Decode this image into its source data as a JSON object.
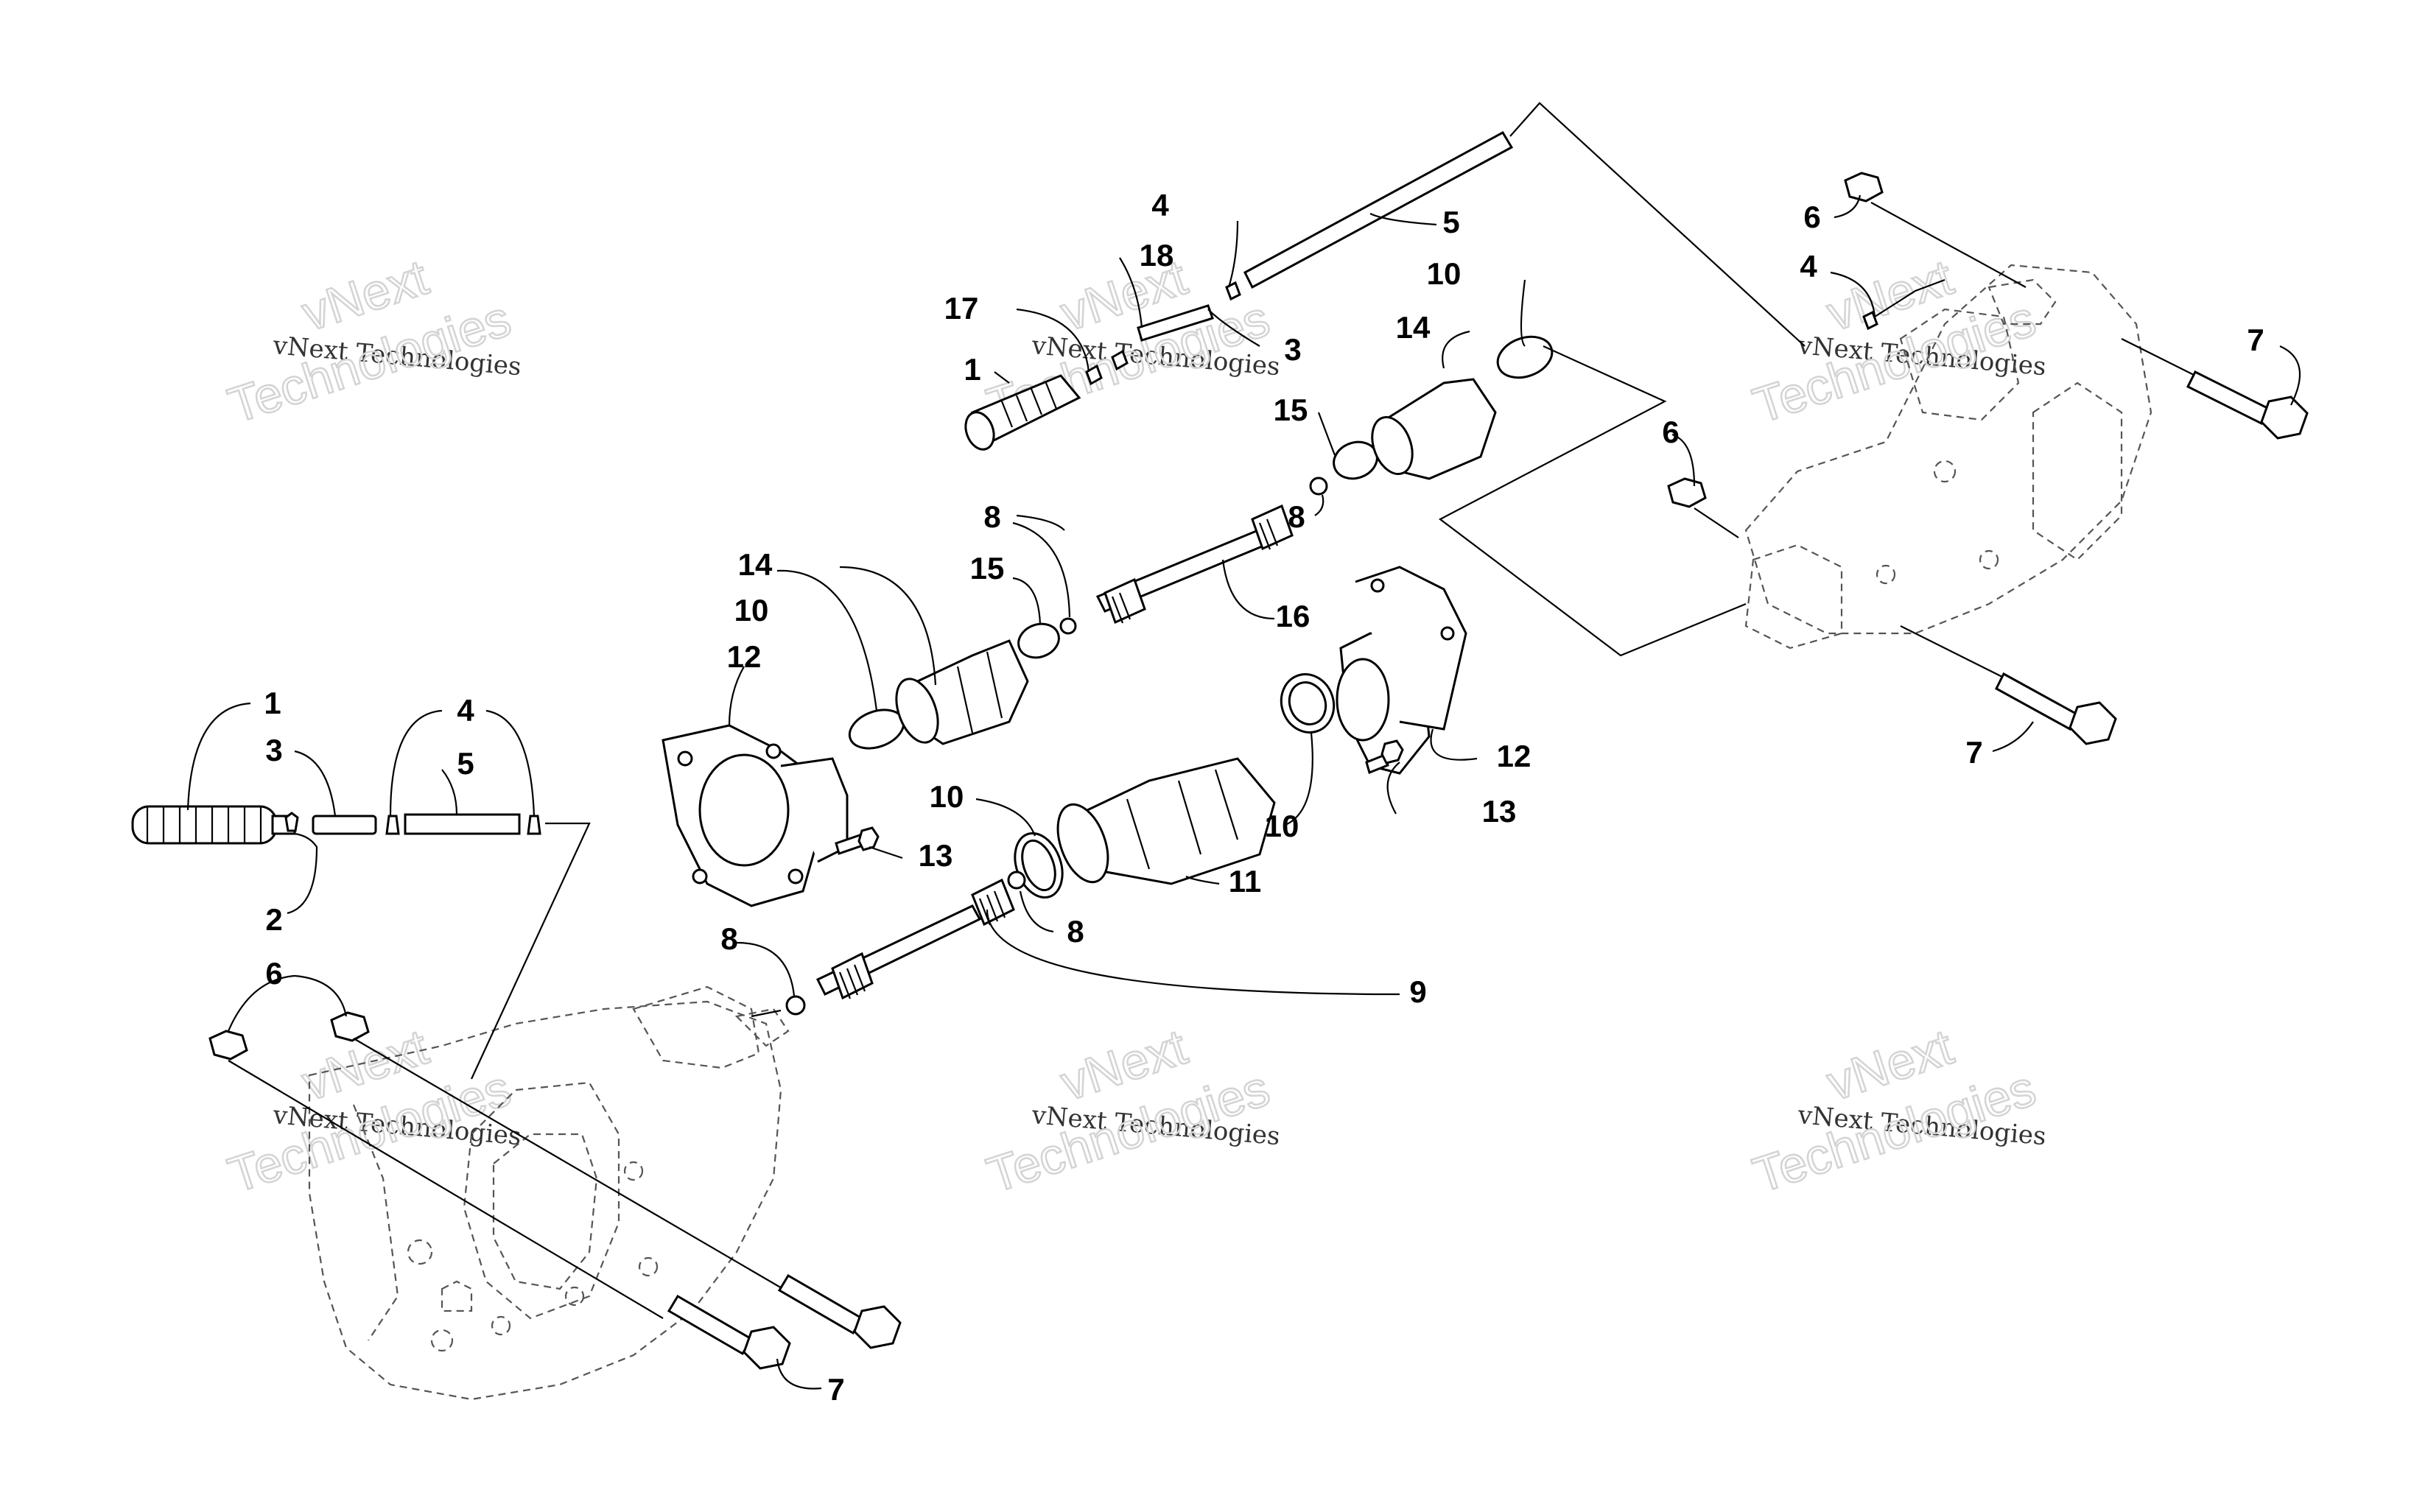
{
  "watermark": {
    "line1": "vNext Technologies",
    "line2": "vNext",
    "line3": "Technologies"
  },
  "callouts": [
    {
      "id": "c1a",
      "text": "1"
    },
    {
      "id": "c3a",
      "text": "3"
    },
    {
      "id": "c4a",
      "text": "4"
    },
    {
      "id": "c5a",
      "text": "5"
    },
    {
      "id": "c2a",
      "text": "2"
    },
    {
      "id": "c6a",
      "text": "6"
    },
    {
      "id": "c7a",
      "text": "7"
    },
    {
      "id": "c8a",
      "text": "8"
    },
    {
      "id": "c9",
      "text": "9"
    },
    {
      "id": "c10a",
      "text": "10"
    },
    {
      "id": "c8b",
      "text": "8"
    },
    {
      "id": "c13a",
      "text": "13"
    },
    {
      "id": "c12a",
      "text": "12"
    },
    {
      "id": "c14a",
      "text": "14"
    },
    {
      "id": "c10b",
      "text": "10"
    },
    {
      "id": "c15a",
      "text": "15"
    },
    {
      "id": "c8c",
      "text": "8"
    },
    {
      "id": "c16",
      "text": "16"
    },
    {
      "id": "c12b",
      "text": "12"
    },
    {
      "id": "c13b",
      "text": "13"
    },
    {
      "id": "c10c",
      "text": "10"
    },
    {
      "id": "c11",
      "text": "11"
    },
    {
      "id": "c4b",
      "text": "4"
    },
    {
      "id": "c18",
      "text": "18"
    },
    {
      "id": "c17",
      "text": "17"
    },
    {
      "id": "c1b",
      "text": "1"
    },
    {
      "id": "c3b",
      "text": "3"
    },
    {
      "id": "c5b",
      "text": "5"
    },
    {
      "id": "c10d",
      "text": "10"
    },
    {
      "id": "c14b",
      "text": "14"
    },
    {
      "id": "c15b",
      "text": "15"
    },
    {
      "id": "c8d",
      "text": "8"
    },
    {
      "id": "c6b",
      "text": "6"
    },
    {
      "id": "c4c",
      "text": "4"
    },
    {
      "id": "c7b",
      "text": "7"
    },
    {
      "id": "c6c",
      "text": "6"
    },
    {
      "id": "c7c",
      "text": "7"
    }
  ]
}
